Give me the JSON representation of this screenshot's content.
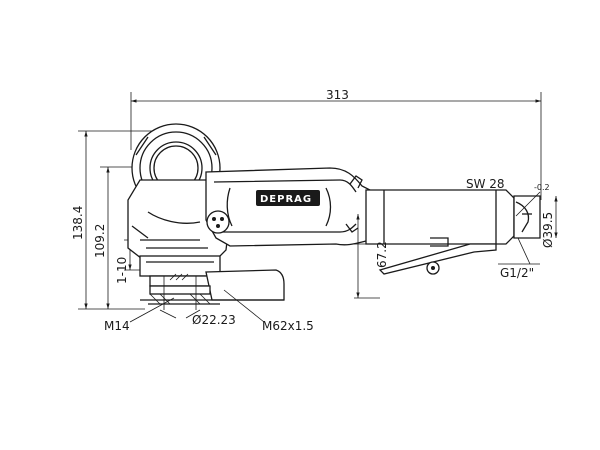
{
  "brand": "DEPRAG",
  "dimensions": {
    "overall_length": "313",
    "height_total": "138.4",
    "height_spindle": "109.2",
    "depth_range": "1-10",
    "handle_height": "67.2",
    "wrench_size": "SW  28",
    "wrench_tolerance": "-0.2",
    "inlet_diameter": "Ø39.5",
    "inlet_thread": "G1/2\"",
    "spindle_thread": "M14",
    "bore_diameter": "Ø22.23",
    "flange_thread": "M62x1.5"
  }
}
